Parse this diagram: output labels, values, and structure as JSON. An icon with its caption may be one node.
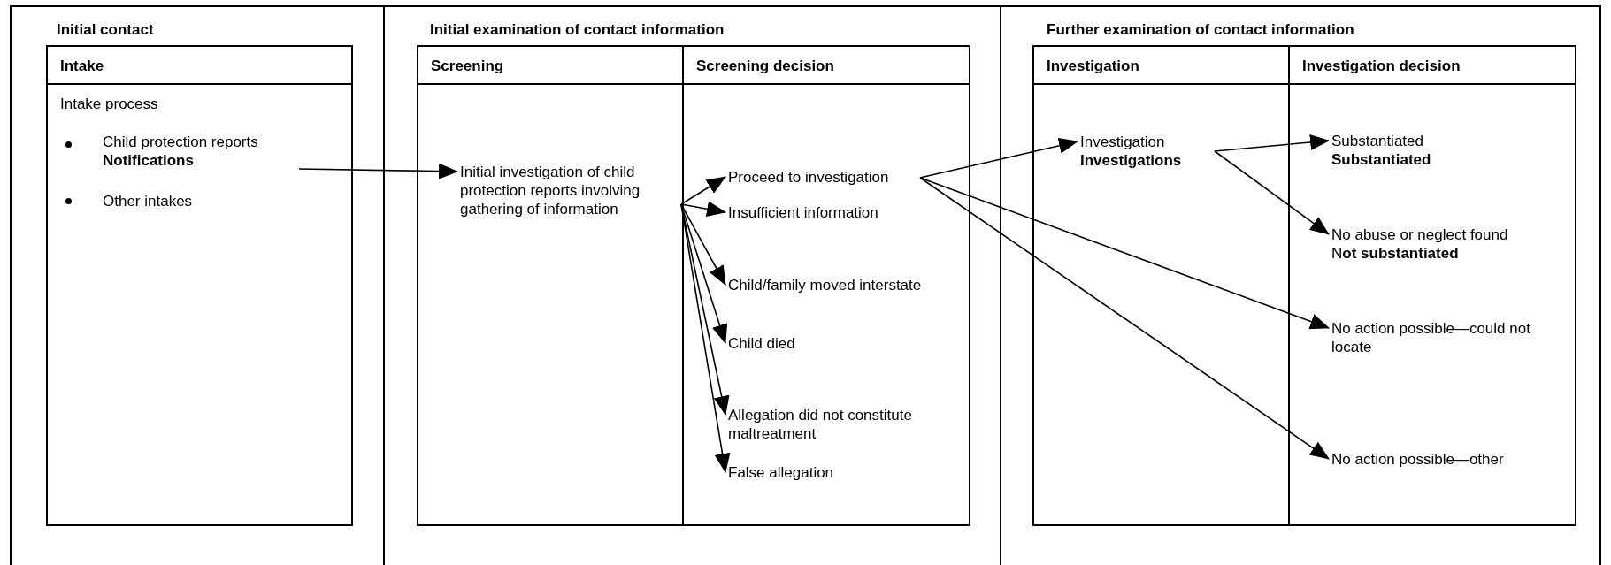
{
  "diagram": {
    "nodes": [
      {
        "text": [
          "Initial contact"
        ]
      },
      {
        "text": [
          "Intake",
          "Intake process"
        ],
        "in": 0
      },
      {
        "text": [
          "Child protection reports",
          "Notifications"
        ],
        "in": 1
      },
      {
        "text": [
          "Initial examination of contact information"
        ]
      },
      {
        "text": [
          "Screening"
        ],
        "in": 3
      },
      {
        "text": [
          "Initial investigation of child protection reports involving gathering of information"
        ],
        "in": 4
      },
      {
        "text": [
          "Screening decision"
        ],
        "in": 3
      },
      {
        "text": [
          "Proceed to investigation"
        ],
        "in": 6
      },
      {
        "text": [
          "Insufficient information"
        ],
        "in": 6
      },
      {
        "text": [
          "Child/family moved interstate"
        ],
        "in": 6
      },
      {
        "text": [
          "Child died"
        ],
        "in": 6
      },
      {
        "text": [
          "Allegation did not constitute maltreatment"
        ],
        "in": 6
      },
      {
        "text": [
          "False allegation"
        ],
        "in": 6
      },
      {
        "text": [
          "Further examination of contact information"
        ]
      },
      {
        "text": [
          "Investigation"
        ],
        "in": 13
      },
      {
        "text": [
          "Investigation",
          "Investigations"
        ],
        "in": 14
      },
      {
        "text": [
          "Investigation decision"
        ],
        "in": 13
      },
      {
        "text": [
          "Substantiated",
          "Substantiated"
        ],
        "in": 16
      },
      {
        "text": [
          "No abuse or neglect found",
          "N**ot substantiated**"
        ],
        "in": 16
      },
      {
        "text": [
          "No action possible—could not locate"
        ],
        "in": 16
      },
      {
        "text": [
          "No action possible—other"
        ],
        "in": 16
      }
    ],
    "edges": [
      {
        "from": 2,
        "to": 5,
        "arrow": "to"
      },
      {
        "from": 5,
        "to": 7,
        "arrow": "to"
      },
      {
        "from": 5,
        "to": 8,
        "arrow": "to"
      },
      {
        "from": 5,
        "to": 9,
        "arrow": "to"
      },
      {
        "from": 5,
        "to": 10,
        "arrow": "to"
      },
      {
        "from": 5,
        "to": 11,
        "arrow": "to"
      },
      {
        "from": 5,
        "to": 12,
        "arrow": "to"
      },
      {
        "from": 7,
        "to": 15,
        "arrow": "to"
      },
      {
        "from": 7,
        "to": 19,
        "arrow": "to"
      },
      {
        "from": 7,
        "to": 20,
        "arrow": "to"
      },
      {
        "from": 15,
        "to": 17,
        "arrow": "to"
      },
      {
        "from": 15,
        "to": 18,
        "arrow": "to"
      }
    ],
    "labels": [
      "Other intakes"
    ]
  }
}
